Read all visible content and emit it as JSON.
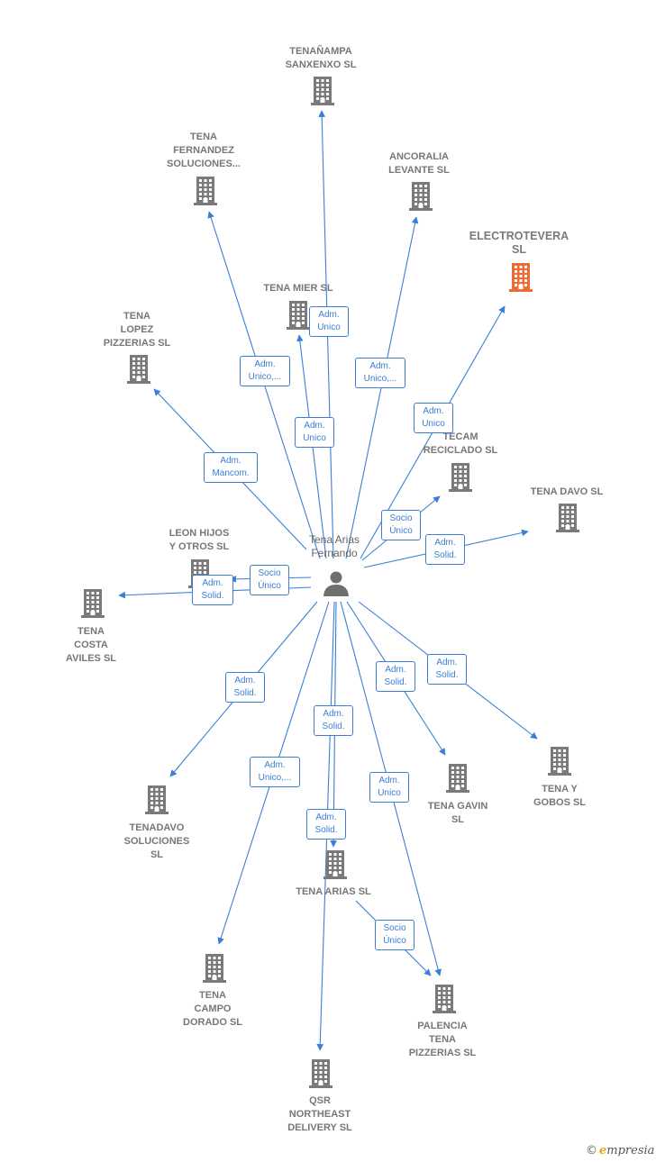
{
  "center": {
    "name": "Tena Arias\nFernando"
  },
  "nodes": [
    {
      "id": "tenanampa",
      "label": "TENAÑAMPA\nSANXENXO  SL"
    },
    {
      "id": "tena-fernandez",
      "label": "TENA\nFERNANDEZ\nSOLUCIONES..."
    },
    {
      "id": "ancoralia",
      "label": "ANCORALIA\nLEVANTE SL"
    },
    {
      "id": "electrotevera",
      "label": "ELECTROTEVERA\nSL",
      "highlight": true
    },
    {
      "id": "tena-mier",
      "label": "TENA MIER  SL"
    },
    {
      "id": "tena-lopez",
      "label": "TENA\nLOPEZ\nPIZZERIAS  SL"
    },
    {
      "id": "tecam",
      "label": "TECAM\nRECICLADO SL"
    },
    {
      "id": "tena-davo",
      "label": "TENA DAVO  SL"
    },
    {
      "id": "leon-hijos",
      "label": "LEON HIJOS\nY OTROS  SL"
    },
    {
      "id": "tena-costa",
      "label": "TENA\nCOSTA\nAVILES  SL"
    },
    {
      "id": "tenadavo-sol",
      "label": "TENADAVO\nSOLUCIONES\nSL"
    },
    {
      "id": "tena-gavin",
      "label": "TENA GAVIN\nSL"
    },
    {
      "id": "tena-y-gobos",
      "label": "TENA Y\nGOBOS  SL"
    },
    {
      "id": "tena-arias",
      "label": "TENA ARIAS SL"
    },
    {
      "id": "tena-campo",
      "label": "TENA\nCAMPO\nDORADO  SL"
    },
    {
      "id": "palencia",
      "label": "PALENCIA\nTENA\nPIZZERIAS  SL"
    },
    {
      "id": "qsr",
      "label": "QSR\nNORTHEAST\nDELIVERY  SL"
    }
  ],
  "edges": [
    {
      "label": "Adm.\nUnico"
    },
    {
      "label": "Adm.\nUnico,..."
    },
    {
      "label": "Adm.\nUnico,..."
    },
    {
      "label": "Adm.\nUnico"
    },
    {
      "label": "Adm.\nUnico"
    },
    {
      "label": "Adm.\nMancom."
    },
    {
      "label": "Socio\nÚnico"
    },
    {
      "label": "Adm.\nSolid."
    },
    {
      "label": "Socio\nÚnico"
    },
    {
      "label": "Adm.\nSolid."
    },
    {
      "label": "Adm.\nSolid."
    },
    {
      "label": "Adm.\nSolid."
    },
    {
      "label": "Adm.\nSolid."
    },
    {
      "label": "Adm.\nUnico,..."
    },
    {
      "label": "Adm.\nSolid."
    },
    {
      "label": "Adm.\nUnico"
    },
    {
      "label": "Adm.\nSolid."
    },
    {
      "label": "Socio\nÚnico"
    }
  ],
  "colors": {
    "edge": "#3a7fd5",
    "building": "#7a7a7a",
    "highlight": "#f06a35",
    "person": "#6f6f6f"
  },
  "icons": {
    "building": "building-icon",
    "person": "person-icon",
    "copyright": "copyright-icon"
  },
  "brand": {
    "copyright": "©",
    "first": "e",
    "rest": "mpresia"
  }
}
